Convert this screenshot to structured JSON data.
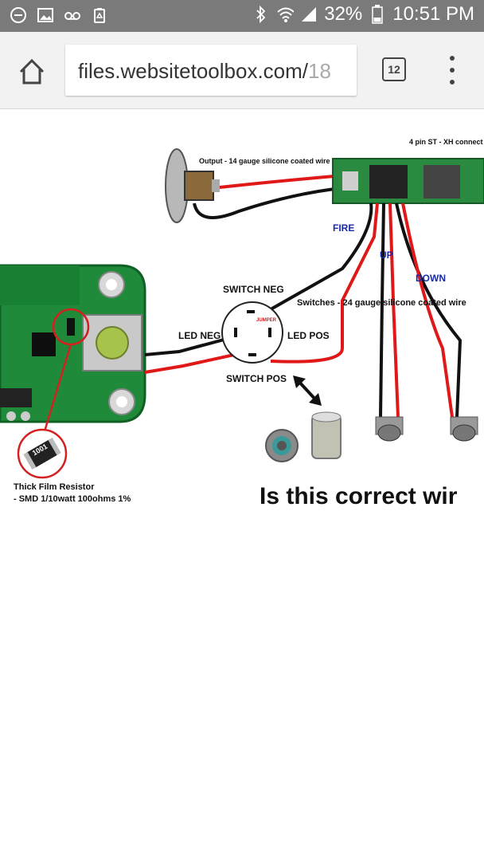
{
  "status_bar": {
    "battery_percent": "32%",
    "time": "10:51 PM"
  },
  "browser": {
    "url_visible": "files.websitetoolbox.com/",
    "url_faded": "18",
    "tab_count": "12"
  },
  "diagram": {
    "output_label": "Output - 14 gauge silicone coated wire",
    "connector_label": "4 pin ST - XH connect",
    "fire_label": "FIRE",
    "up_label": "UP",
    "down_label": "DOWN",
    "switch_neg_label": "SWITCH NEG",
    "switches_label": "Switches - 24 gauge silicone coated wire",
    "led_neg_label": "LED NEG",
    "led_pos_label": "LED POS",
    "jumper_label": "JUMPER",
    "switch_pos_label": "SWITCH POS",
    "resistor_code": "1001",
    "resistor_title": "Thick Film Resistor",
    "resistor_spec": "- SMD 1/10watt 100ohms 1%",
    "question": "Is this correct wir"
  }
}
